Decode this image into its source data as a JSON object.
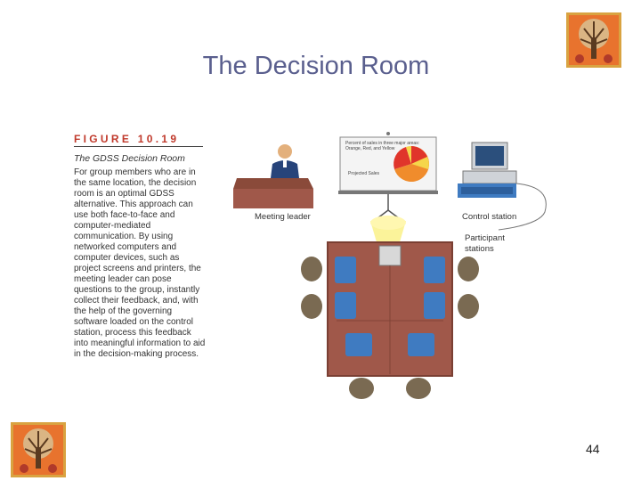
{
  "slide": {
    "title": "The Decision Room",
    "page_number": "44"
  },
  "figure": {
    "label": "FIGURE 10.19",
    "subtitle": "The GDSS Decision Room",
    "body": "For group members who are in the same location, the decision room is an optimal GDSS alternative. This approach can use both face-to-face and computer-mediated communication. By using networked computers and computer devices, such as project screens and printers, the meeting leader can pose questions to the group, instantly collect their feedback, and, with the help of the governing software loaded on the control station, process this feedback into meaningful information to aid in the decision-making process."
  },
  "illustration": {
    "meeting_leader_label": "Meeting leader",
    "control_station_label": "Control station",
    "participant_stations_label": "Participant stations",
    "screen_header": "Percent of sales in three major areas: Orange, Red, and Yellow",
    "screen_subtitle": "Projected Sales",
    "pie_values": [
      60,
      25,
      15
    ],
    "colors": {
      "pie_orange": "#f08c2c",
      "pie_red": "#e0352b",
      "pie_yellow": "#f5d64a",
      "table": "#a0584a",
      "chair": "#7a6a52",
      "monitor": "#3f7bc1",
      "title": "#5a5f8e"
    }
  },
  "icons": {
    "logo": "tree-logo-icon"
  }
}
